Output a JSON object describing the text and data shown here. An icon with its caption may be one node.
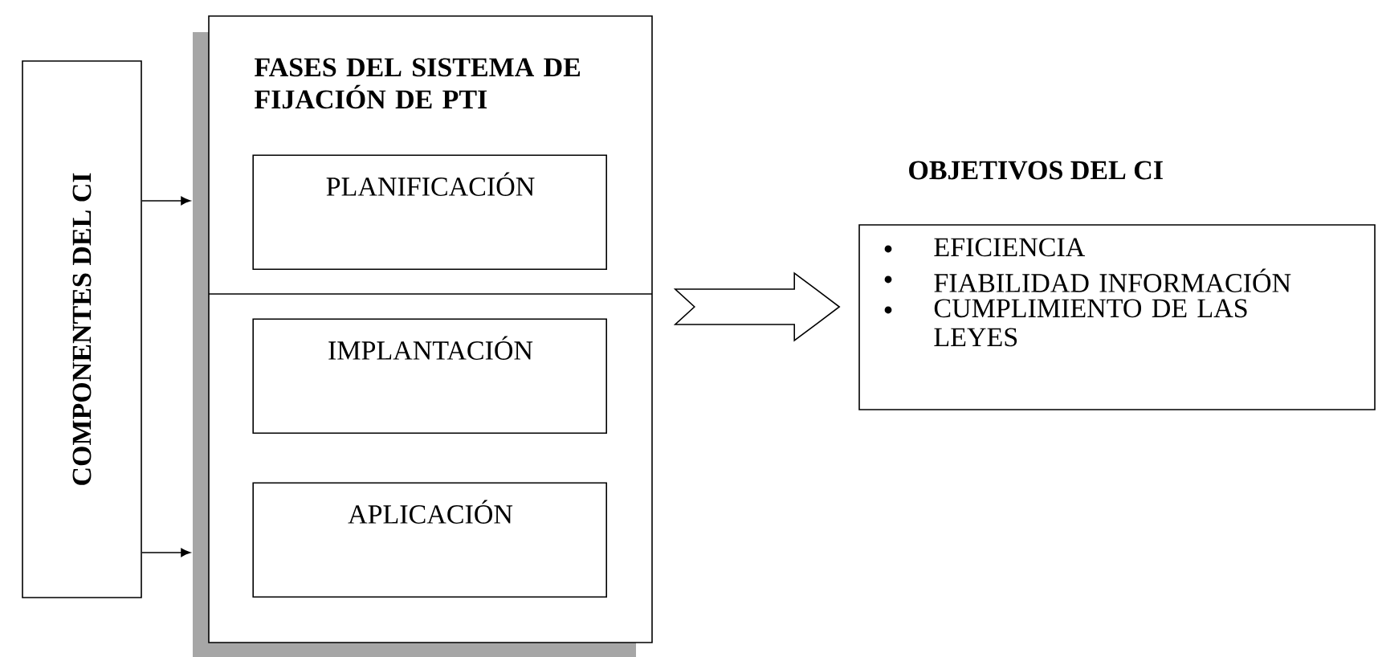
{
  "diagram": {
    "nodes": [
      {
        "text": [
          "COMPONENTES  DEL  CI"
        ]
      },
      {
        "text": [
          "FASES DEL SISTEMA DE FIJACIÓN DE PTI"
        ]
      },
      {
        "text": [
          "PLANIFICACIÓN"
        ],
        "in": 1
      },
      {
        "text": [
          "IMPLANTACIÓN"
        ],
        "in": 1
      },
      {
        "text": [
          "APLICACIÓN"
        ],
        "in": 1
      },
      {
        "text": [
          "OBJETIVOS  DEL CI",
          "EFICIENCIA",
          "FIABILIDAD INFORMACIÓN",
          "CUMPLIMIENTO DE LAS LEYES"
        ]
      }
    ],
    "edges": [
      {
        "from": 0,
        "to": 1,
        "arrow": "to"
      },
      {
        "from": 0,
        "to": 1,
        "arrow": "to"
      },
      {
        "from": 1,
        "to": 5,
        "arrow": "to",
        "style": "thick"
      }
    ]
  }
}
